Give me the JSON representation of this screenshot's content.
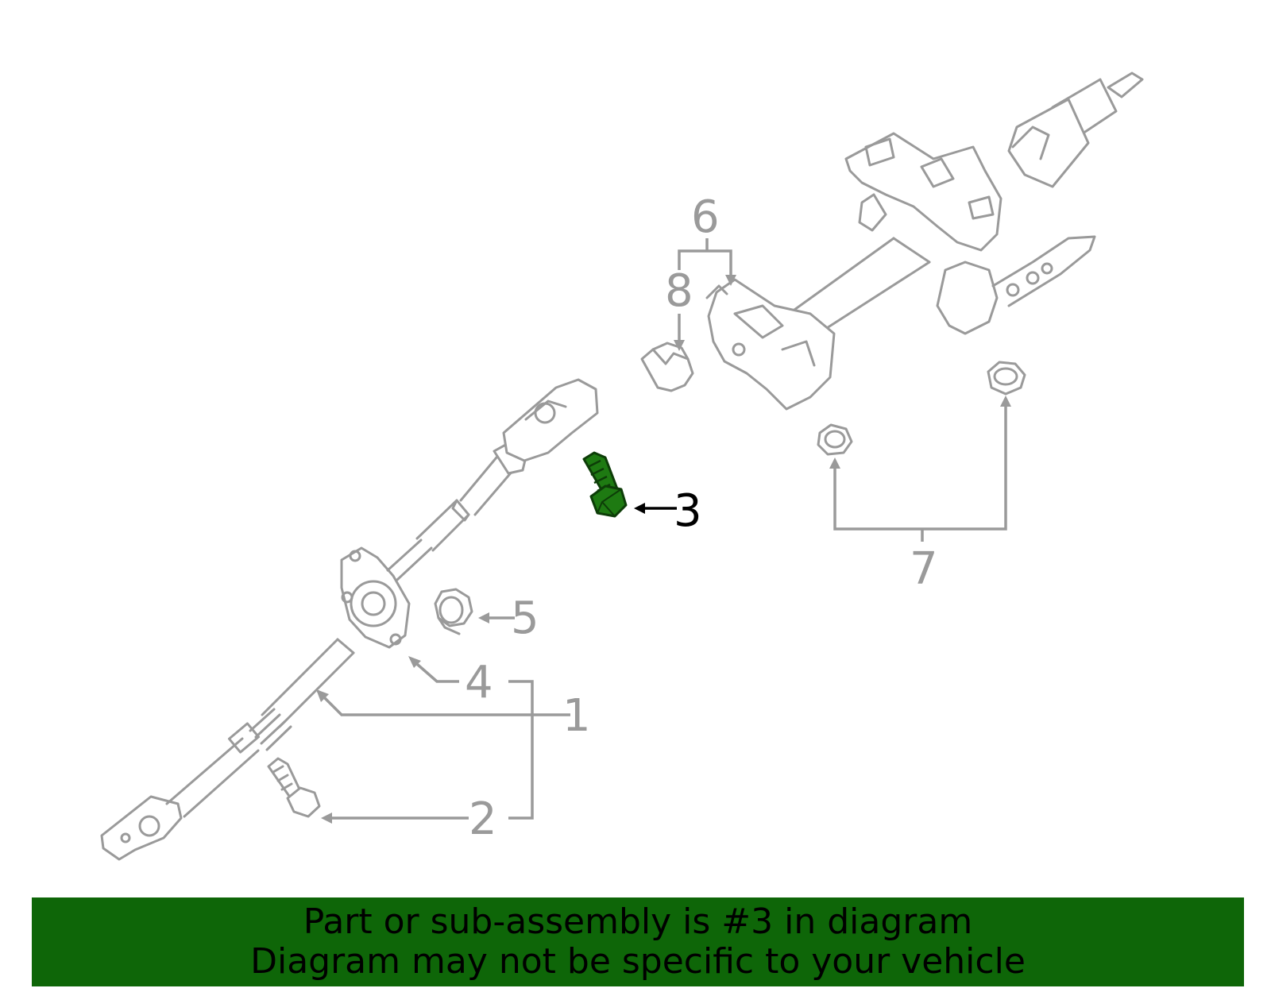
{
  "diagram": {
    "callouts": [
      {
        "id": "1",
        "label": "1"
      },
      {
        "id": "2",
        "label": "2"
      },
      {
        "id": "3",
        "label": "3"
      },
      {
        "id": "4",
        "label": "4"
      },
      {
        "id": "5",
        "label": "5"
      },
      {
        "id": "6",
        "label": "6"
      },
      {
        "id": "7",
        "label": "7"
      },
      {
        "id": "8",
        "label": "8"
      }
    ],
    "highlighted_part": "3",
    "colors": {
      "line": "#9a9a9a",
      "highlight": "#1e7a12",
      "banner": "#0e6608"
    }
  },
  "banner": {
    "line1": "Part or sub-assembly is #3 in diagram",
    "line2": "Diagram may not be specific to your vehicle"
  }
}
